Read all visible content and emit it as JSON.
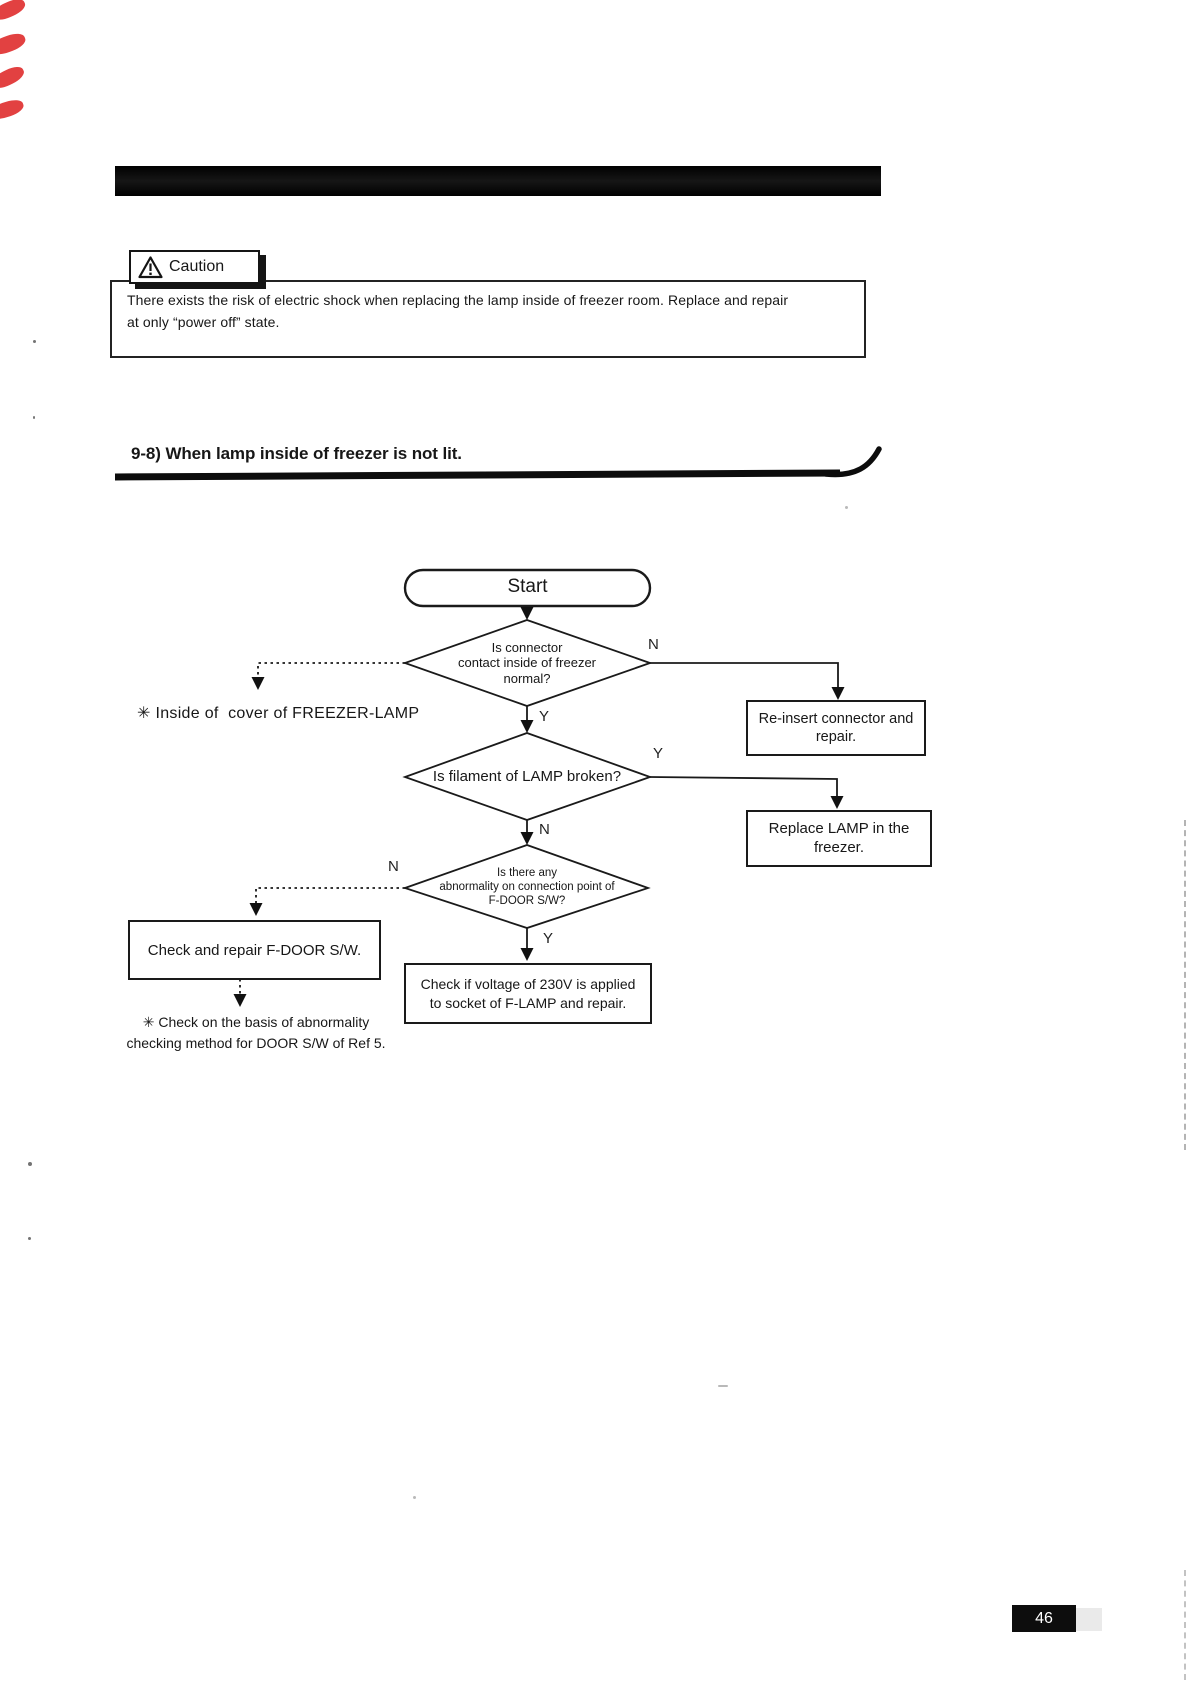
{
  "document": {
    "caution": {
      "label": "Caution",
      "body": "There exists the risk of electric shock when replacing the lamp inside of freezer room. Replace and repair\nat only “power off” state."
    },
    "section_title": "9-8) When lamp inside of freezer is not lit.",
    "page_number": "46"
  },
  "flowchart": {
    "nodes": {
      "start": "Start",
      "d1": "Is connector\ncontact inside of freezer\nnormal?",
      "a_reinsert": "Re-insert connector and\nrepair.",
      "d2": "Is filament of LAMP broken?",
      "a_replace": "Replace LAMP in the\nfreezer.",
      "d3": "Is there any\nabnormality on connection point of\nF-DOOR S/W?",
      "a_check_door": "Check and repair F-DOOR S/W.",
      "a_voltage": "Check if voltage of 230V is applied\nto socket of F-LAMP and repair."
    },
    "labels": {
      "d1_no": "N",
      "d1_yes": "Y",
      "d2_yes": "Y",
      "d2_no": "N",
      "d3_no": "N",
      "d3_yes": "Y"
    },
    "notes": {
      "freezer_lamp": "✳ Inside of  cover of FREEZER-LAMP",
      "door_sw": "✳ Check on the basis of abnormality\nchecking method for DOOR S/W of Ref 5."
    }
  },
  "colors": {
    "edge_mark_red": "#e03131",
    "bar_black": "#0d0d0d"
  },
  "icons": {
    "warning": "warning-triangle-icon"
  }
}
